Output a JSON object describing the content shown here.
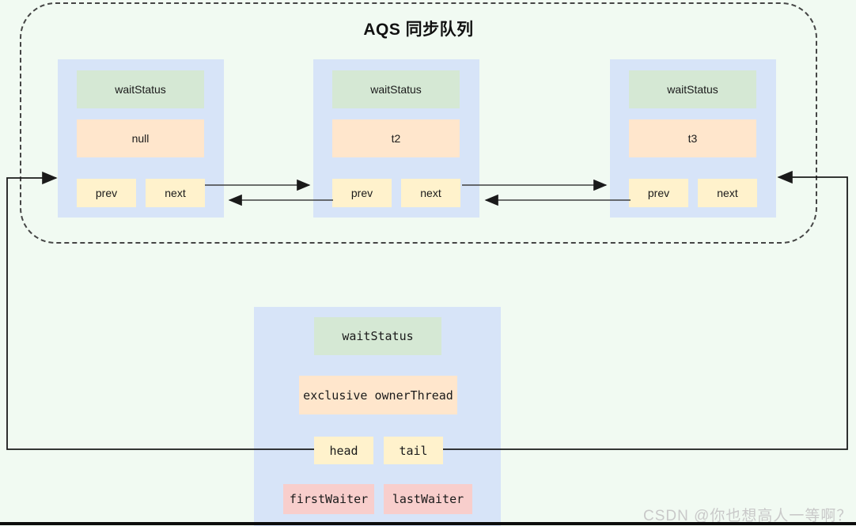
{
  "title": "AQS 同步队列",
  "queue_nodes": [
    {
      "wait_status": "waitStatus",
      "thread": "null",
      "prev": "prev",
      "next": "next"
    },
    {
      "wait_status": "waitStatus",
      "thread": "t2",
      "prev": "prev",
      "next": "next"
    },
    {
      "wait_status": "waitStatus",
      "thread": "t3",
      "prev": "prev",
      "next": "next"
    }
  ],
  "aqs_object": {
    "wait_status": "waitStatus",
    "owner": "exclusive ownerThread",
    "head": "head",
    "tail": "tail",
    "first_waiter": "firstWaiter",
    "last_waiter": "lastWaiter"
  },
  "watermark": "CSDN @你也想高人一等啊？",
  "colors": {
    "background": "#f1faf2",
    "node_fill": "#d7e4f8",
    "wait_status_fill": "#d5e8d4",
    "thread_fill": "#ffe6cc",
    "pointer_fill": "#fff2cc",
    "waiter_fill": "#f8cecc",
    "line": "#3f3f3f"
  }
}
